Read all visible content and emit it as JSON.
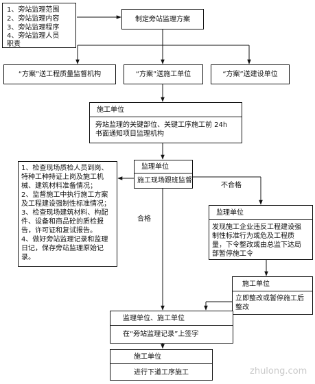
{
  "notes_topleft": [
    "1、旁站监理范围",
    "2、旁站监理内容",
    "3、旁站监理程序",
    "4、旁站监理人员",
    "职责"
  ],
  "start": "制定旁站监理方案",
  "send": [
    "“方案”送工程质量监督机构",
    "“方案”送施工单位",
    "“方案”送建设单位"
  ],
  "notify": {
    "title": "施工单位",
    "body": [
      "旁站监理的关键部位、关键工序施工前 24h",
      "书面通知项目监理机构"
    ]
  },
  "supervise": {
    "title": "监理单位",
    "body": "施工现场跟班监督"
  },
  "checklist": [
    "1、检查现场质检人员到岗、",
    "特种工种持证上岗及施工机",
    "械、建筑材料准备情况；",
    "2、监督施工中执行施工方案",
    "及工程建设强制性标准情况；",
    "3、检查现场建筑材料、构配",
    "件、设备和商品砼的质检报",
    "告，许可证和复试报告。",
    "4、做好旁站监理记录和监理",
    "日记，保存旁站监理原始记",
    "录。"
  ],
  "label_fail": "不合格",
  "label_pass": "合格",
  "violation": {
    "title": "监理单位",
    "body": [
      "发现施工企业违反工程建设强",
      "制性标准行为或危及工程质",
      "量，下令整改或由总监下达局",
      "部暂停施工令"
    ]
  },
  "rectify": {
    "title": "施工单位",
    "body": [
      "立即整改或暂停施工后",
      "整改"
    ]
  },
  "sign": {
    "title": "监理单位、施工单位",
    "body": "在“旁站监理记录”上签字"
  },
  "next": {
    "title": "施工单位",
    "body": "进行下道工序施工"
  },
  "watermark": "zhulong.com"
}
